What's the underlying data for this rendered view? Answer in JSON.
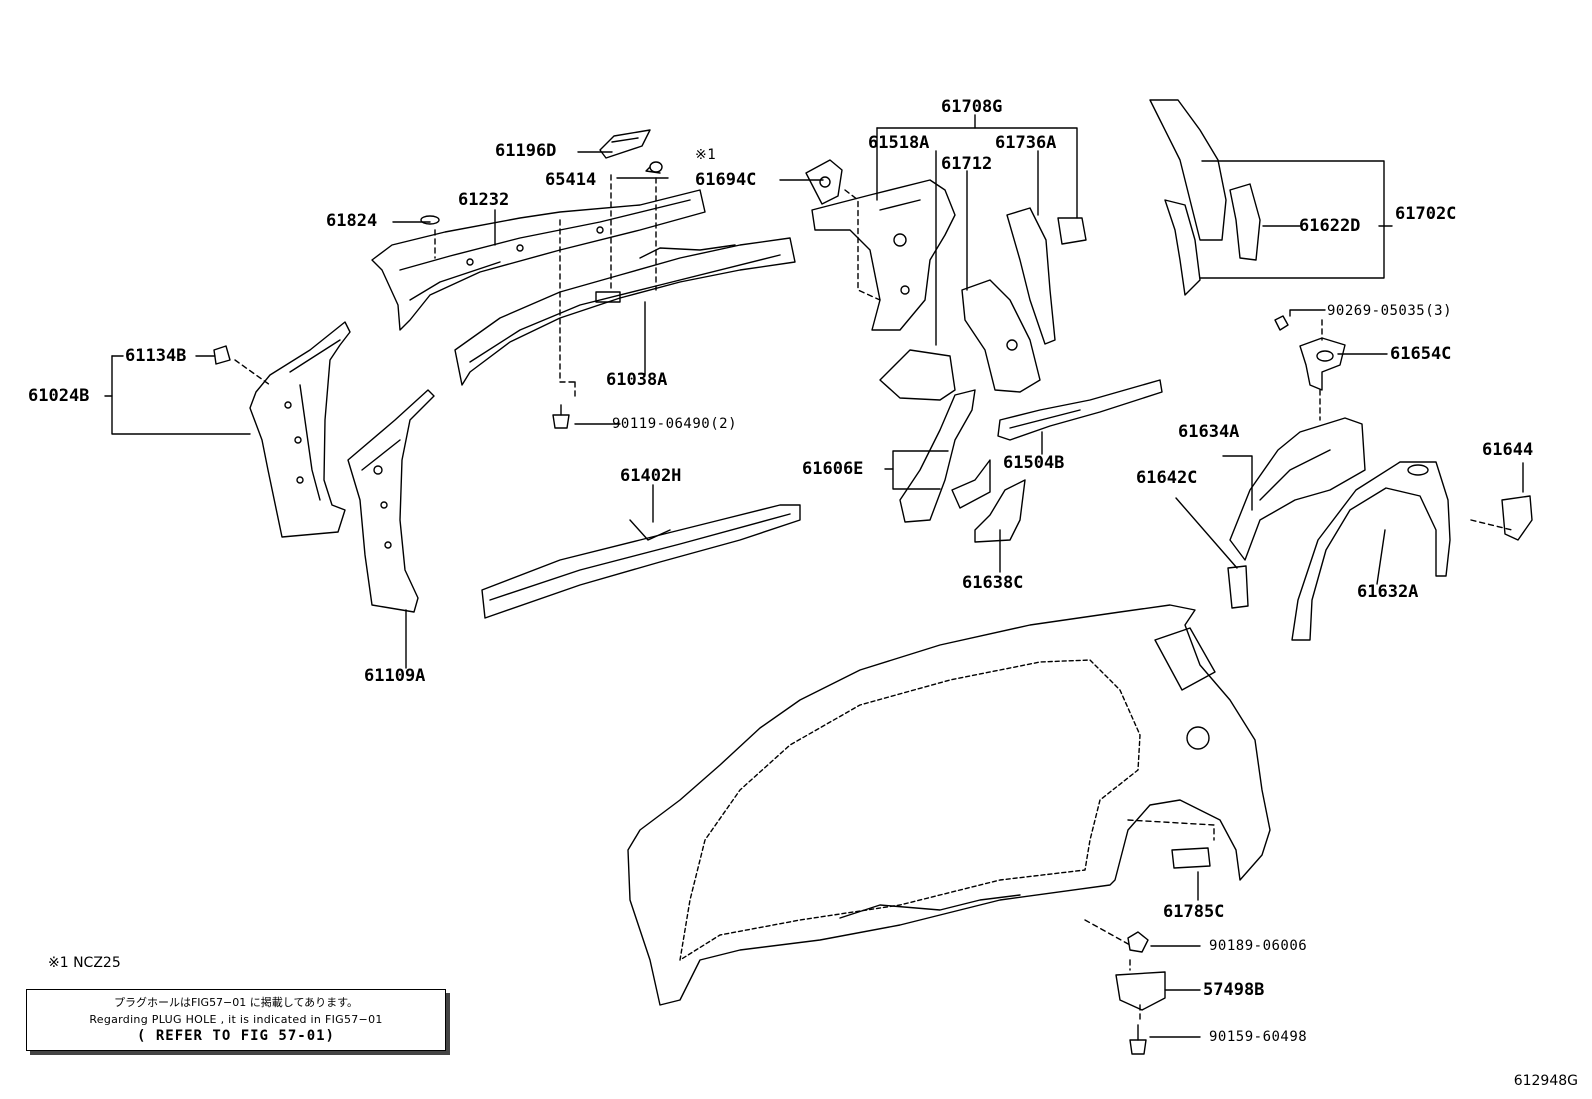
{
  "parts": {
    "p61708G": "61708G",
    "p61518A": "61518A",
    "p61736A": "61736A",
    "p61712": "61712",
    "p61196D": "61196D",
    "p65414": "65414",
    "p61694C": "61694C",
    "p61232": "61232",
    "p61824": "61824",
    "p61134B": "61134B",
    "p61024B": "61024B",
    "p61038A": "61038A",
    "p90119": "90119-06490(2)",
    "p61402H": "61402H",
    "p61109A": "61109A",
    "p61606E": "61606E",
    "p61504B": "61504B",
    "p61638C": "61638C",
    "p61622D": "61622D",
    "p61702C": "61702C",
    "p90269": "90269-05035(3)",
    "p61654C": "61654C",
    "p61634A": "61634A",
    "p61642C": "61642C",
    "p61644": "61644",
    "p61632A": "61632A",
    "p61785C": "61785C",
    "p90189": "90189-06006",
    "p57498B": "57498B",
    "p90159": "90159-60498"
  },
  "note_mark": "※1",
  "footnote": "※1 NCZ25",
  "notebox": {
    "line1": "プラグホールはFIG57−01 に掲載してあります。",
    "line2": "Regarding PLUG HOLE , it is indicated in FIG57−01",
    "line3": "( REFER TO FIG 57-01)"
  },
  "figure_id": "612948G"
}
